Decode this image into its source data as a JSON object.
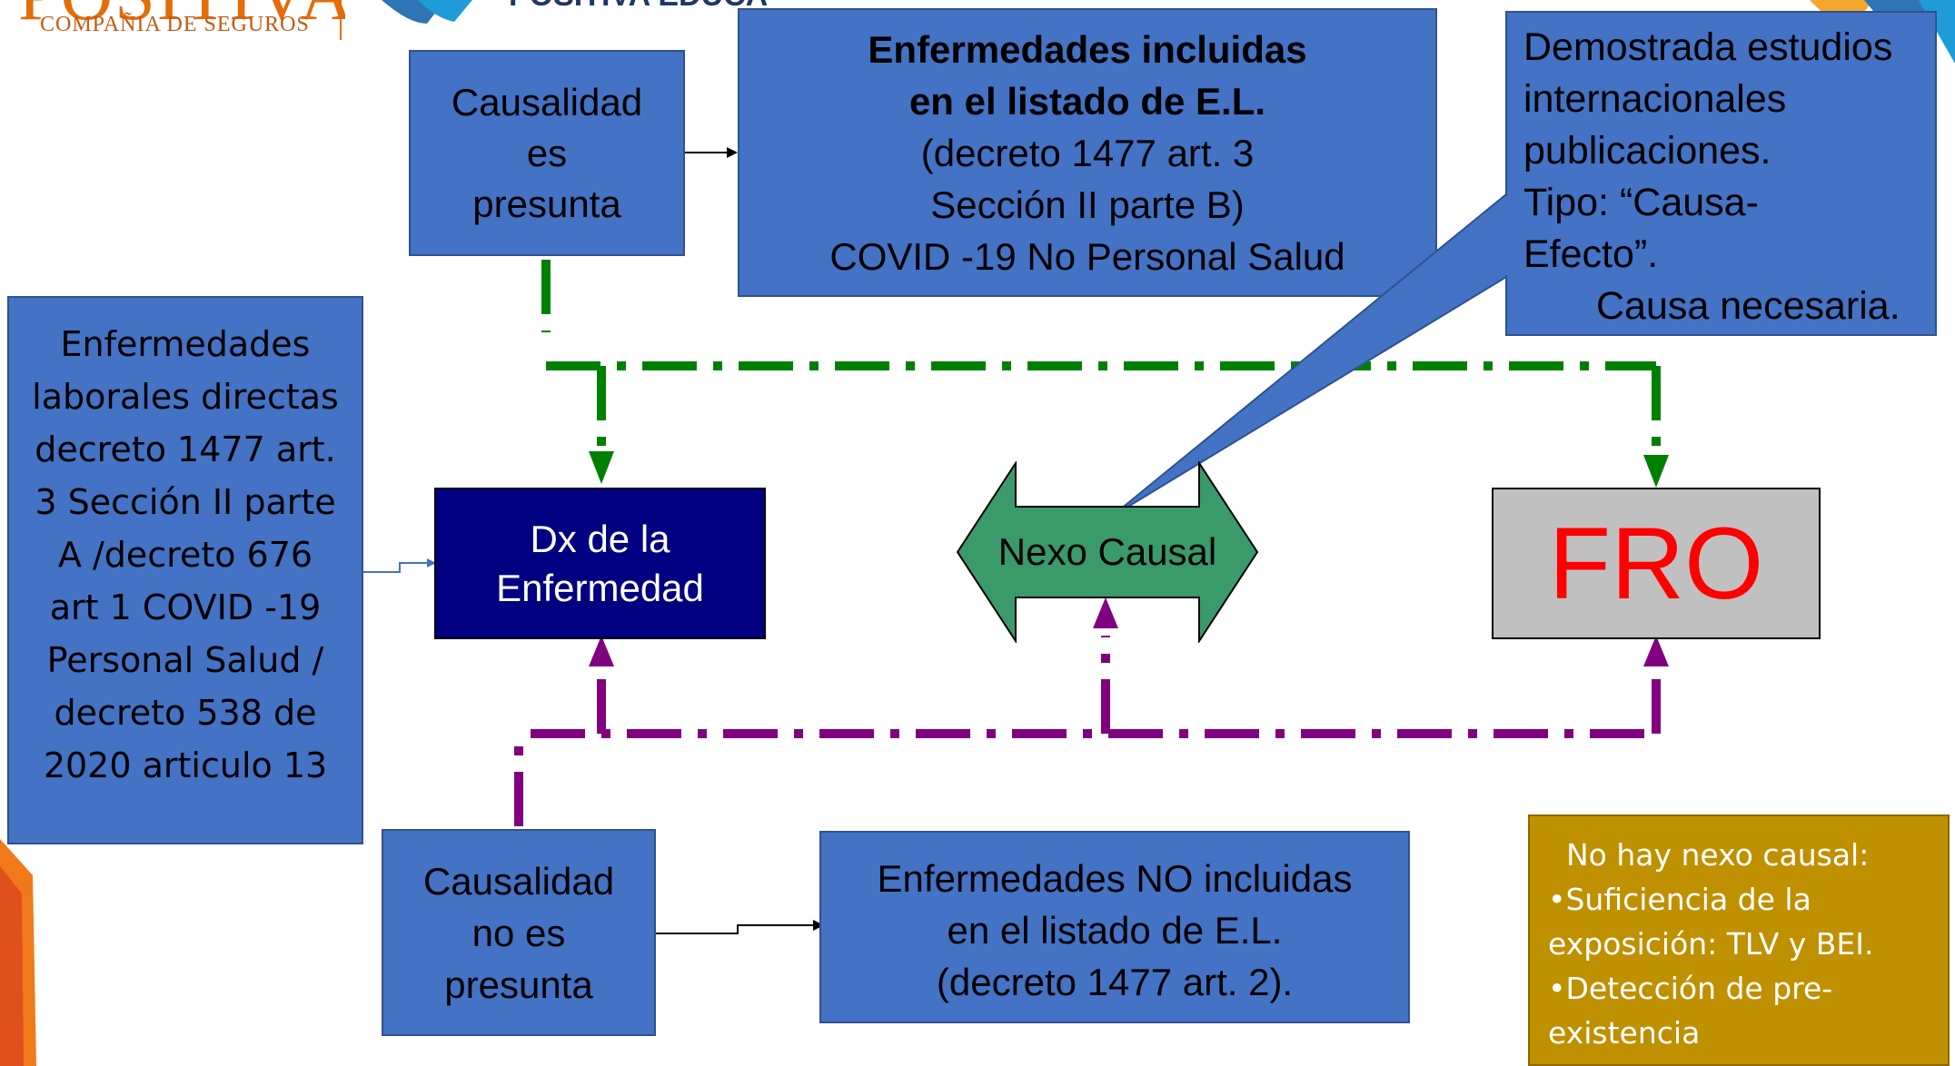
{
  "header": {
    "logo_company_caption": "COMPAÑIA DE SEGUROS",
    "logo_brand_partial": "POSITIVA",
    "logo_secondary_partial": "POSITIVA EDUCA"
  },
  "boxes": {
    "causalidad_presunta": [
      "Causalidad",
      "es",
      "presunta"
    ],
    "incluidas": {
      "title1": "Enfermedades incluidas",
      "title2": "en el listado de E.L.",
      "l3": "(decreto 1477 art. 3",
      "l4": "Sección II parte B)",
      "l5": "COVID -19 No Personal Salud"
    },
    "demostrada": [
      "Demostrada estudios",
      "internacionales",
      "publicaciones.",
      "Tipo: “Causa-",
      "Efecto”.",
      "Causa necesaria."
    ],
    "directas": [
      "Enfermedades",
      "laborales directas",
      "decreto 1477 art.",
      "3 Sección II parte",
      "A /decreto 676",
      "art 1 COVID -19",
      "Personal Salud /",
      "decreto 538 de",
      "2020 articulo 13"
    ],
    "dx": [
      "Dx de la",
      "Enfermedad"
    ],
    "nexo": "Nexo Causal",
    "fro": "FRO",
    "causalidad_no_presunta": [
      "Causalidad",
      "no es",
      "presunta"
    ],
    "no_incluidas": [
      "Enfermedades NO incluidas",
      "en el listado de E.L.",
      "(decreto 1477 art. 2)."
    ],
    "no_nexo": {
      "title": "No hay nexo causal:",
      "b1": "•Suficiencia de la",
      "b2": "exposición: TLV y BEI.",
      "b3": "•Detección de pre-",
      "b4": "existencia"
    }
  },
  "colors": {
    "box_blue": "#4472C4",
    "dark_navy": "#000080",
    "green_hex": "#3A9A6A",
    "fro_gray": "#C0C0C0",
    "fro_text": "#FF0000",
    "gold": "#BF9000",
    "green_line": "#008000",
    "purple_line": "#800080"
  }
}
